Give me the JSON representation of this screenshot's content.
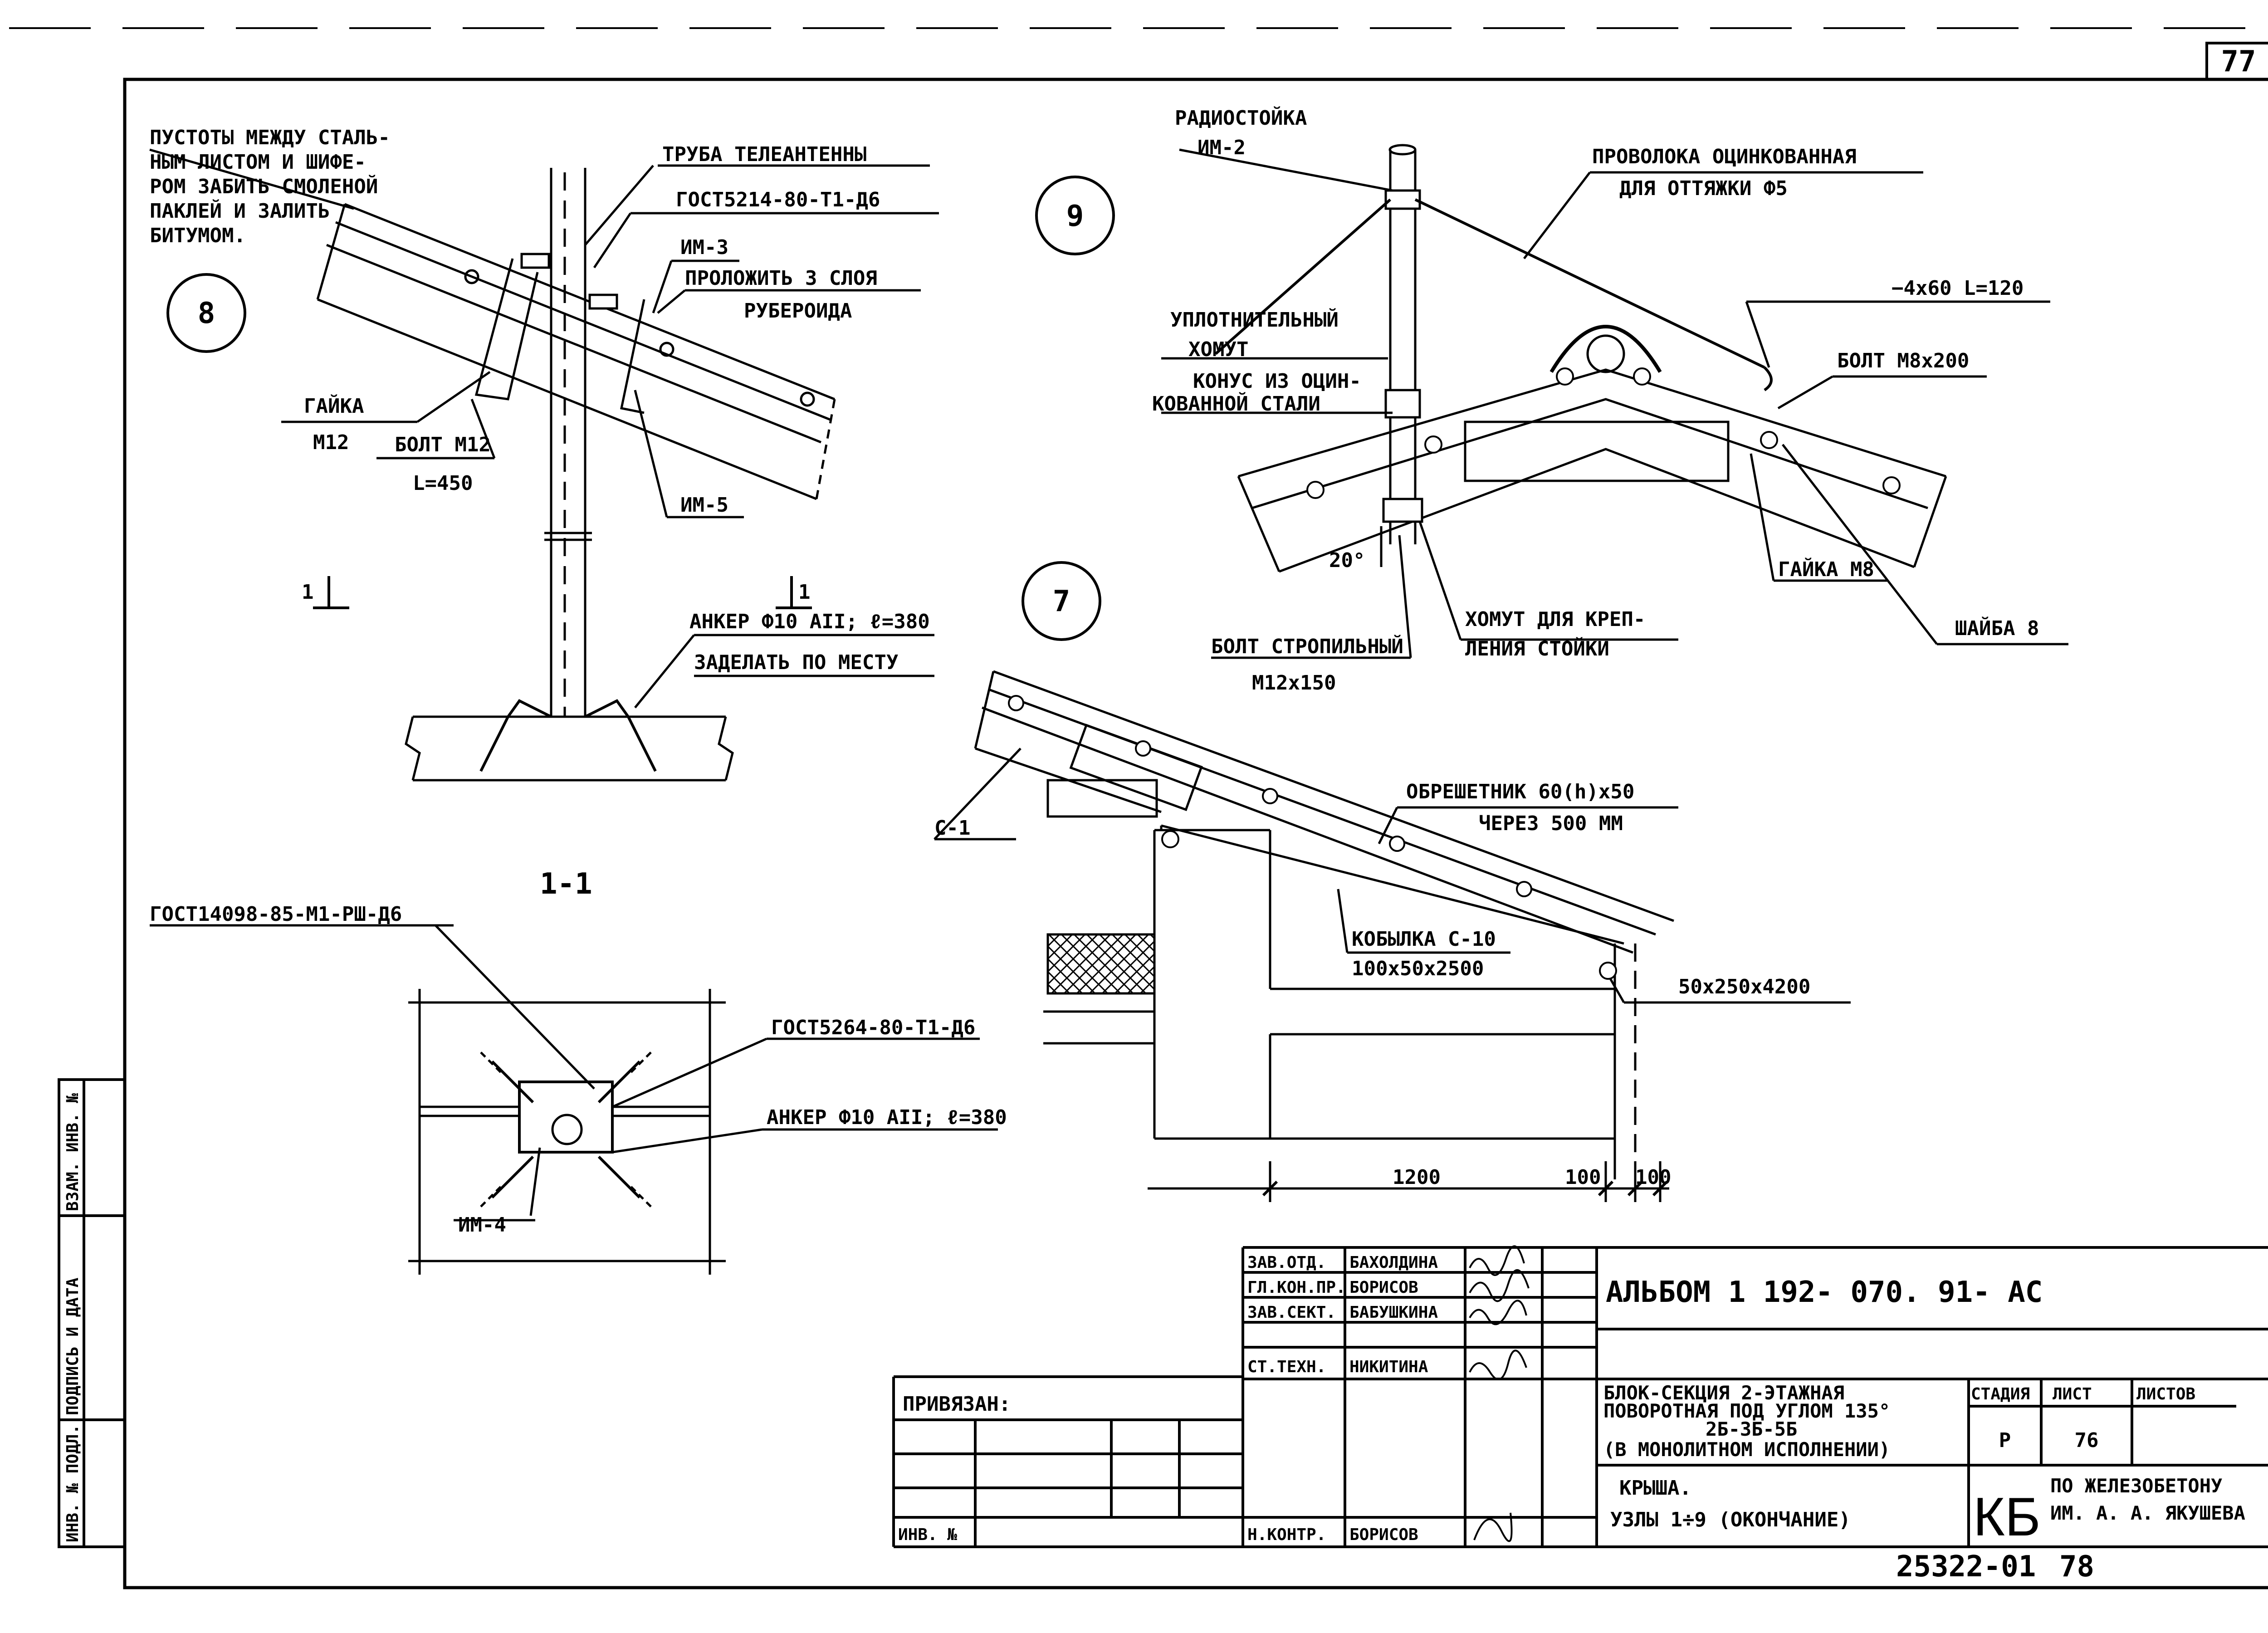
{
  "sheet": {
    "page_number": "77",
    "code": "25322-01",
    "code_number": "78"
  },
  "node8": {
    "number": "8",
    "note_lines": [
      "ПУСТОТЫ МЕЖДУ СТАЛЬ-",
      "НЫМ ЛИСТОМ И ШИФЕ-",
      "РОМ ЗАБИТЬ СМОЛЕНОЙ",
      "ПАКЛЕЙ И ЗАЛИТЬ",
      "БИТУМОМ."
    ],
    "pipe_label": "ТРУБА ТЕЛЕАНТЕННЫ",
    "pipe_gost": "ГОСТ5214-80-Т1-Д6",
    "im3": "ИМ-3",
    "lay_line1": "ПРОЛОЖИТЬ 3 СЛОЯ",
    "lay_line2": "РУБЕРОИДА",
    "nut_line1": "ГАЙКА",
    "nut_line2": "М12",
    "bolt_line1": "БОЛТ М12",
    "bolt_line2": "L=450",
    "im5": "ИМ-5",
    "anchor_line1": "АНКЕР Ф10 АII; ℓ=380",
    "anchor_line2": "ЗАДЕЛАТЬ ПО МЕСТУ",
    "cut_mark": "1"
  },
  "section11": {
    "title": "1-1",
    "gost_top": "ГОСТ14098-85-М1-РШ-Д6",
    "gost_right": "ГОСТ5264-80-Т1-Д6",
    "anchor": "АНКЕР Ф10 АII; ℓ=380",
    "im4": "ИМ-4"
  },
  "node9": {
    "number": "9",
    "rack_line1": "РАДИОСТОЙКА",
    "rack_line2": "ИМ-2",
    "wire_line1": "ПРОВОЛОКА ОЦИНКОВАННАЯ",
    "wire_line2": "ДЛЯ ОТТЯЖКИ Ф5",
    "strip": "−4х60 L=120",
    "bolt_m8": "БОЛТ М8х200",
    "seal_line1": "УПЛОТНИТЕЛЬНЫЙ",
    "seal_line2": "ХОМУТ",
    "cone_line1": "КОНУС ИЗ ОЦИН-",
    "cone_line2": "КОВАННОЙ СТАЛИ",
    "angle": "20°",
    "nut_m8": "ГАЙКА М8",
    "washer": "ШАЙБА 8",
    "clamp_line1": "ХОМУТ ДЛЯ КРЕП-",
    "clamp_line2": "ЛЕНИЯ СТОЙКИ",
    "rafter_bolt_line1": "БОЛТ СТРОПИЛЬНЫЙ",
    "rafter_bolt_line2": "М12х150"
  },
  "node7": {
    "number": "7",
    "c1": "С-1",
    "batten_line1": "ОБРЕШЕТНИК 60(h)х50",
    "batten_line2": "ЧЕРЕЗ 500 ММ",
    "kobylka_line1": "КОБЫЛКА С-10",
    "kobylka_line2": "100х50х2500",
    "board": "50х250х4200",
    "dim_1200": "1200",
    "dim_100a": "100",
    "dim_100b": "100"
  },
  "stamp": {
    "album": "АЛЬБОМ 1   192- 070. 91- АС",
    "roles": [
      {
        "role": "ЗАВ.ОТД.",
        "name": "БАХОЛДИНА"
      },
      {
        "role": "ГЛ.КОН.ПР.",
        "name": "БОРИСОВ"
      },
      {
        "role": "ЗАВ.СЕКТ.",
        "name": "БАБУШКИНА"
      },
      {
        "role": "",
        "name": ""
      },
      {
        "role": "СТ.ТЕХН.",
        "name": "НИКИТИНА"
      }
    ],
    "nkontr_role": "Н.КОНТР.",
    "nkontr_name": "БОРИСОВ",
    "privyazan": "ПРИВЯЗАН:",
    "inv_no": "ИНВ. №",
    "title_lines": [
      "БЛОК-СЕКЦИЯ 2-ЭТАЖНАЯ",
      "ПОВОРОТНАЯ ПОД УГЛОМ 135°",
      "2Б-3Б-5Б",
      "(В МОНОЛИТНОМ ИСПОЛНЕНИИ)"
    ],
    "sub_lines": [
      "КРЫША.",
      "УЗЛЫ 1÷9 (ОКОНЧАНИЕ)"
    ],
    "stage_h": "СТАДИЯ",
    "sheet_h": "ЛИСТ",
    "sheets_h": "ЛИСТОВ",
    "stage": "Р",
    "sheet": "76",
    "sheets": "",
    "org_logo": "КБ",
    "org_line1": "ПО ЖЕЛЕЗОБЕТОНУ",
    "org_line2": "ИМ. А. А. ЯКУШЕВА"
  },
  "sidebar": {
    "labels": [
      "ИНВ. № ПОДЛ.",
      "ПОДПИСЬ И ДАТА",
      "ВЗАМ. ИНВ. №"
    ]
  }
}
